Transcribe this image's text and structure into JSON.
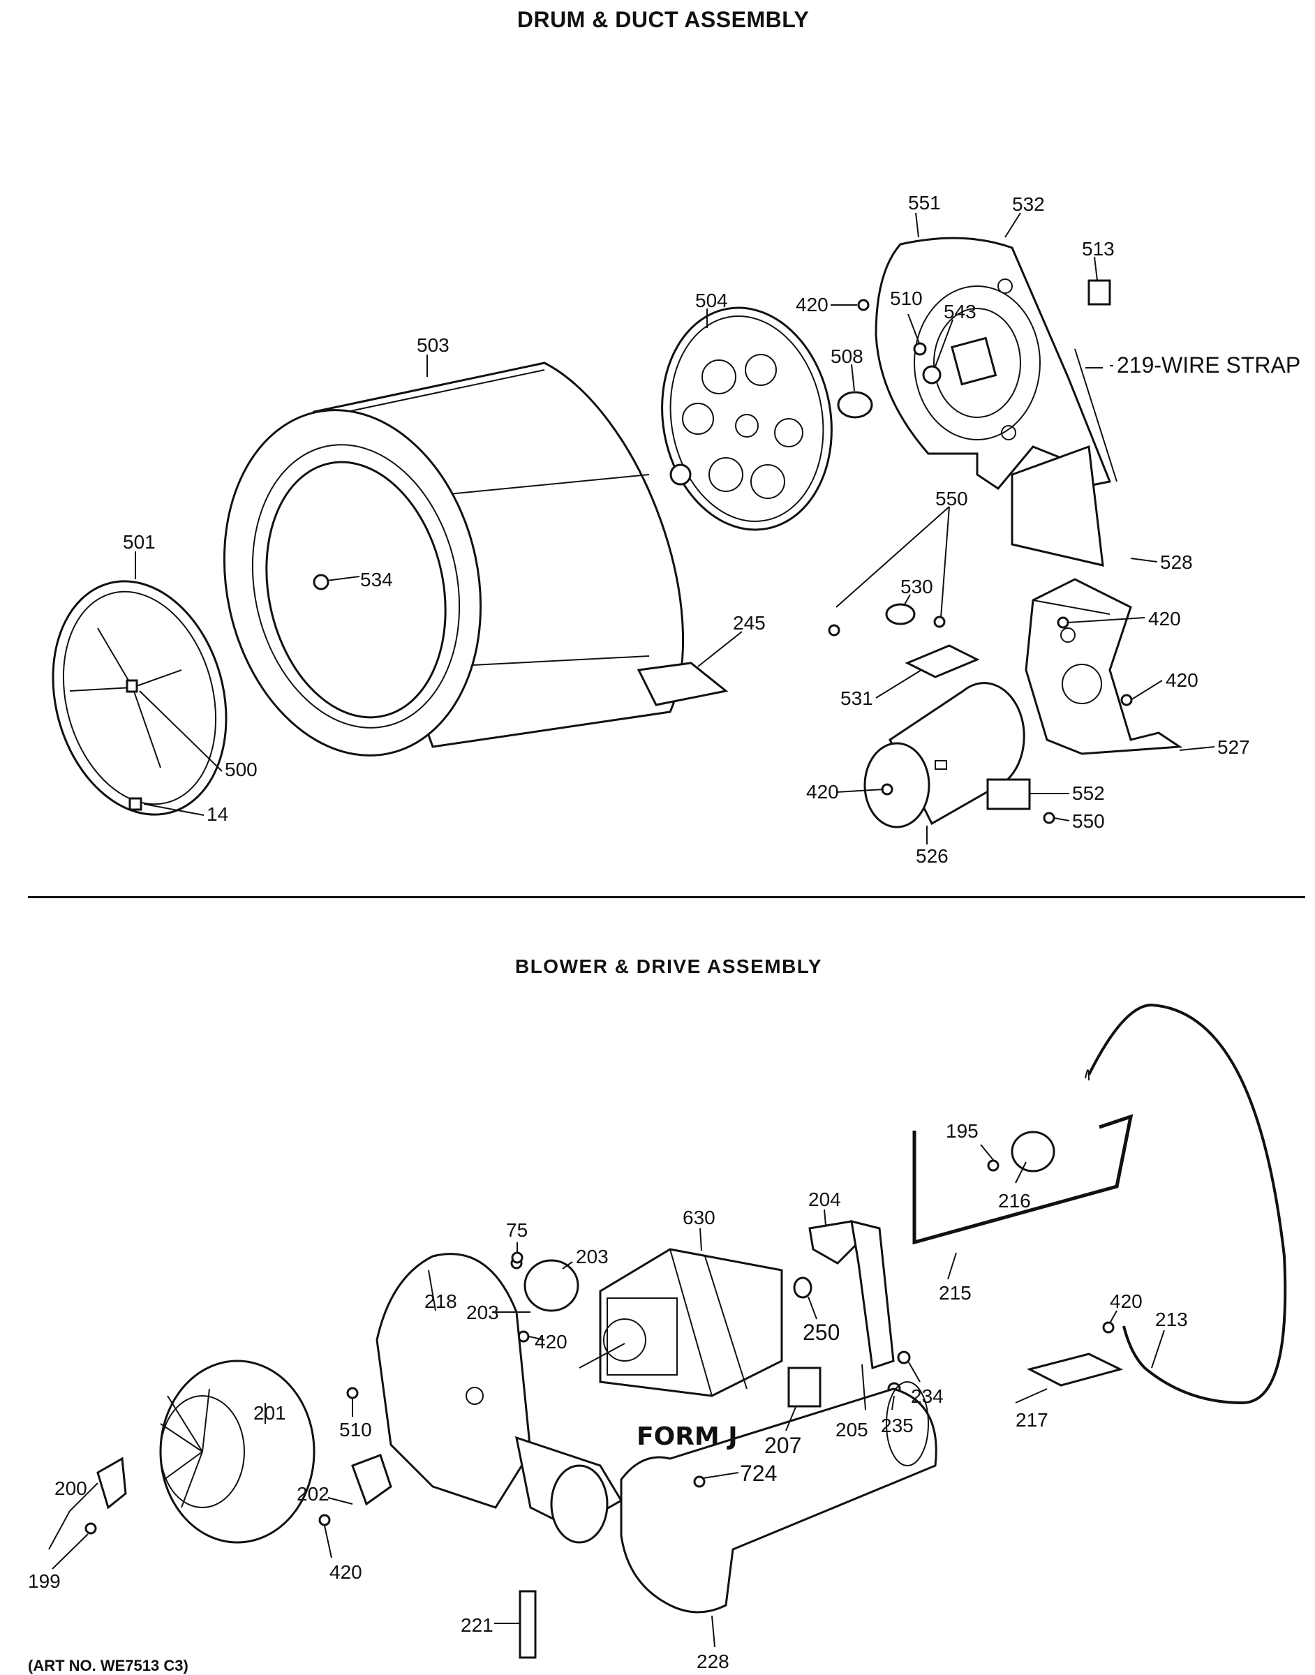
{
  "sections": {
    "drum_title": "DRUM & DUCT ASSEMBLY",
    "blower_title": "BLOWER & DRIVE ASSEMBLY"
  },
  "art_no": "(ART NO. WE7513 C3)",
  "labels": {
    "p551": "551",
    "p532": "532",
    "p513": "513",
    "p420a": "420",
    "p510a": "510",
    "p543": "543",
    "p219": "219-WIRE STRAP",
    "p504": "504",
    "p508": "508",
    "p503": "503",
    "p501": "501",
    "p534": "534",
    "p550a": "550",
    "p530": "530",
    "p528": "528",
    "p420b": "420",
    "p420c": "420",
    "p245": "245",
    "p531": "531",
    "p527": "527",
    "p500": "500",
    "p14": "14",
    "p420d": "420",
    "p552": "552",
    "p550b": "550",
    "p526": "526",
    "p195": "195",
    "p216": "216",
    "p204": "204",
    "p630": "630",
    "p75": "75",
    "p203a": "203",
    "p203b": "203",
    "p218": "218",
    "p250": "250",
    "p420e": "420",
    "p215": "215",
    "p420f": "420",
    "p213": "213",
    "p234": "234",
    "p201": "201",
    "p510b": "510",
    "p202": "202",
    "p200": "200",
    "p207": "207",
    "p205": "205",
    "p235": "235",
    "p217": "217",
    "p724": "724",
    "p199": "199",
    "p420g": "420",
    "p221": "221",
    "p228": "228"
  },
  "form_label": "FORM J"
}
